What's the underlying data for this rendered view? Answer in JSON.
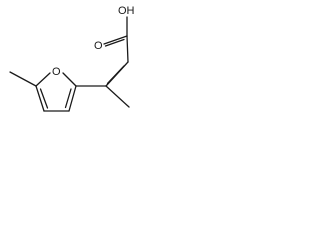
{
  "molecule": {
    "atoms": {
      "hydroxyl": "OH",
      "carbonyl_oxygen": "O",
      "ring_oxygen": "O"
    }
  },
  "colors": {
    "bond": "#1a1a1a",
    "background": "#ffffff"
  }
}
